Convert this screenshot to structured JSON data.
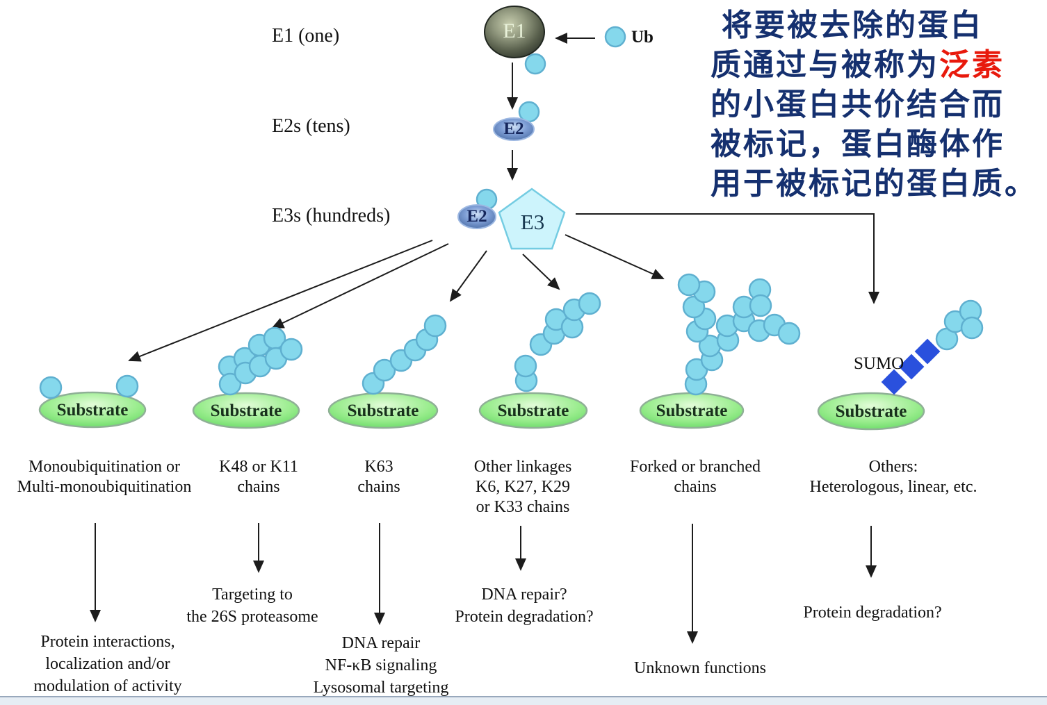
{
  "annotation_cn": {
    "lines": [
      {
        "text": "将要被去除的蛋白"
      },
      {
        "pre": "质通过与被称为",
        "highlight": "泛素"
      },
      {
        "text": "的小蛋白共价结合而"
      },
      {
        "text": "被标记，蛋白酶体作"
      },
      {
        "text": "用于被标记的蛋白质。"
      }
    ],
    "text_color": "#15306f",
    "highlight_color": "#e8190c"
  },
  "cascade": {
    "e1_label": "E1 (one)",
    "e2_label": "E2s (tens)",
    "e3_label": "E3s (hundreds)",
    "e1_node": "E1",
    "e2_node": "E2",
    "e2b_node": "E2",
    "e3_node": "E3",
    "ub_label": "Ub"
  },
  "sumo_label": "SUMO",
  "substrates": [
    {
      "label": "Substrate",
      "chain_type": "monoubiquitination",
      "type_lines": [
        "Monoubiquitination or",
        "Multi-monoubiquitination"
      ],
      "outcome_lines": [
        "Protein interactions,",
        "localization and/or",
        "modulation of activity"
      ]
    },
    {
      "label": "Substrate",
      "chain_type": "k48-k11-cluster",
      "type_lines": [
        "K48 or K11",
        "chains"
      ],
      "outcome_lines": [
        "Targeting to",
        "the 26S proteasome"
      ]
    },
    {
      "label": "Substrate",
      "chain_type": "k63-linear",
      "type_lines": [
        "K63",
        "chains"
      ],
      "outcome_lines": [
        "DNA repair",
        "NF-κB signaling",
        "Lysosomal targeting"
      ]
    },
    {
      "label": "Substrate",
      "chain_type": "other-linkages-zigzag",
      "type_lines": [
        "Other linkages",
        "K6, K27, K29",
        "or K33 chains"
      ],
      "outcome_lines": [
        "DNA repair?",
        "Protein degradation?"
      ]
    },
    {
      "label": "Substrate",
      "chain_type": "forked-branched",
      "type_lines": [
        "Forked or branched",
        "chains"
      ],
      "outcome_lines": [
        "Unknown functions"
      ]
    },
    {
      "label": "Substrate",
      "chain_type": "sumo-heterologous",
      "type_lines": [
        "Others:",
        "Heterologous, linear, etc."
      ],
      "outcome_lines": [
        "Protein degradation?"
      ]
    }
  ],
  "colors": {
    "ubiquitin_fill": "#85d8ec",
    "ubiquitin_stroke": "#5fb0d0",
    "substrate_green": "#7ce87c",
    "sumo_blue": "#2a50dd",
    "e2_blue": "#5b82c8",
    "e3_cyan": "#cdf4fc",
    "e1_olive": "#4a5143",
    "arrow_black": "#1c1c1c"
  }
}
